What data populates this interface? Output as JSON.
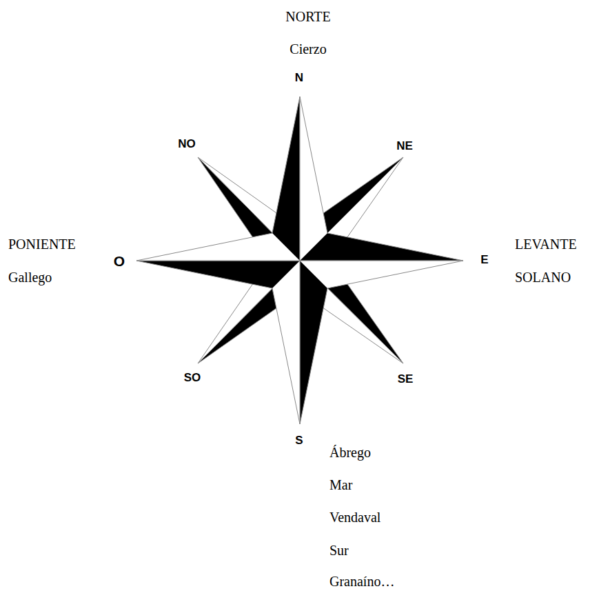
{
  "diagram": {
    "labels": [
      "NORTE",
      "Cierzo",
      "N",
      "NO",
      "NE",
      "PONIENTE",
      "Gallego",
      "O",
      "E",
      "LEVANTE",
      "SOLANO",
      "SO",
      "SE",
      "S",
      "Ábrego",
      "Mar",
      "Vendaval",
      "Sur",
      "Granaíno…"
    ]
  }
}
